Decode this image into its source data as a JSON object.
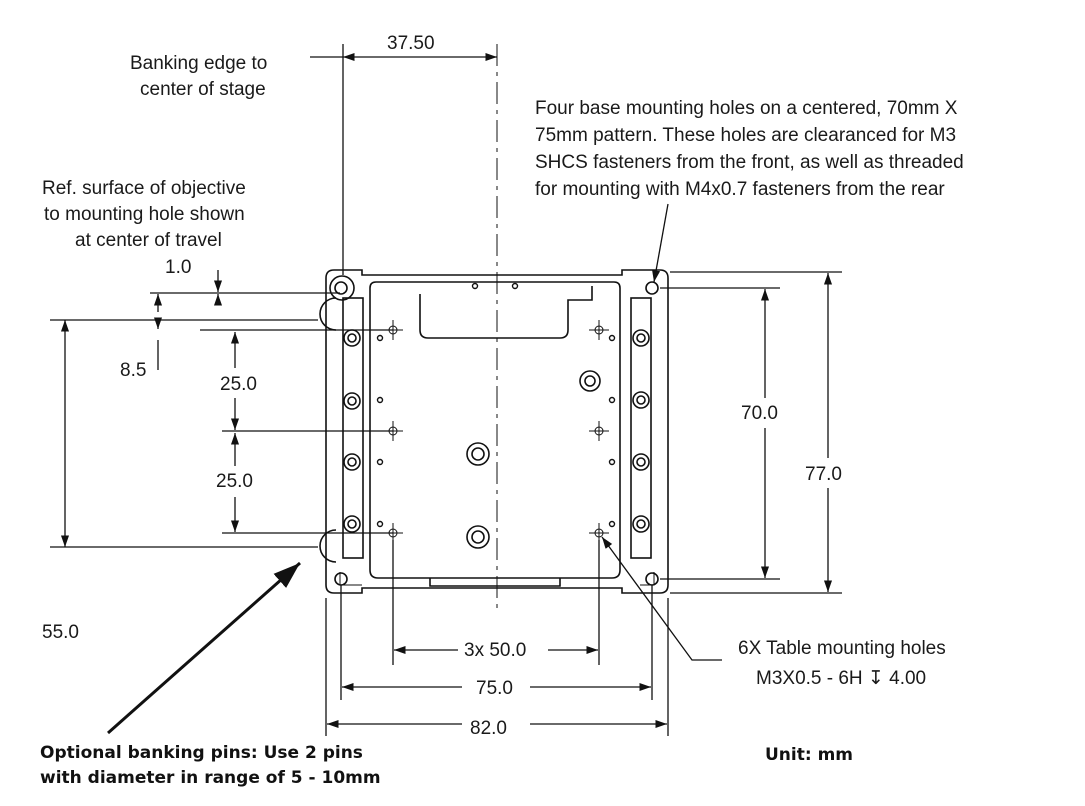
{
  "dimensions": {
    "d37_50": "37.50",
    "d1_0": "1.0",
    "d8_5": "8.5",
    "d25a": "25.0",
    "d25b": "25.0",
    "d70": "70.0",
    "d77": "77.0",
    "d55": "55.0",
    "d3x50": "3x 50.0",
    "d75": "75.0",
    "d82": "82.0"
  },
  "notes": {
    "banking_edge": [
      "Banking edge to",
      "center of stage"
    ],
    "ref_surface": [
      "Ref. surface of objective",
      "to mounting hole shown",
      "at center of travel"
    ],
    "base_holes": [
      "Four base mounting holes on a centered, 70mm X",
      "75mm pattern. These holes are clearanced for M3",
      "SHCS fasteners from the front, as well as threaded",
      "for mounting with M4x0.7 fasteners from the rear"
    ],
    "table_holes": [
      "6X Table mounting holes",
      "M3X0.5 - 6H ↧ 4.00"
    ],
    "banking_pins": [
      "Optional banking pins: Use 2 pins",
      "with diameter in range of 5 - 10mm"
    ],
    "unit": "Unit: mm"
  }
}
